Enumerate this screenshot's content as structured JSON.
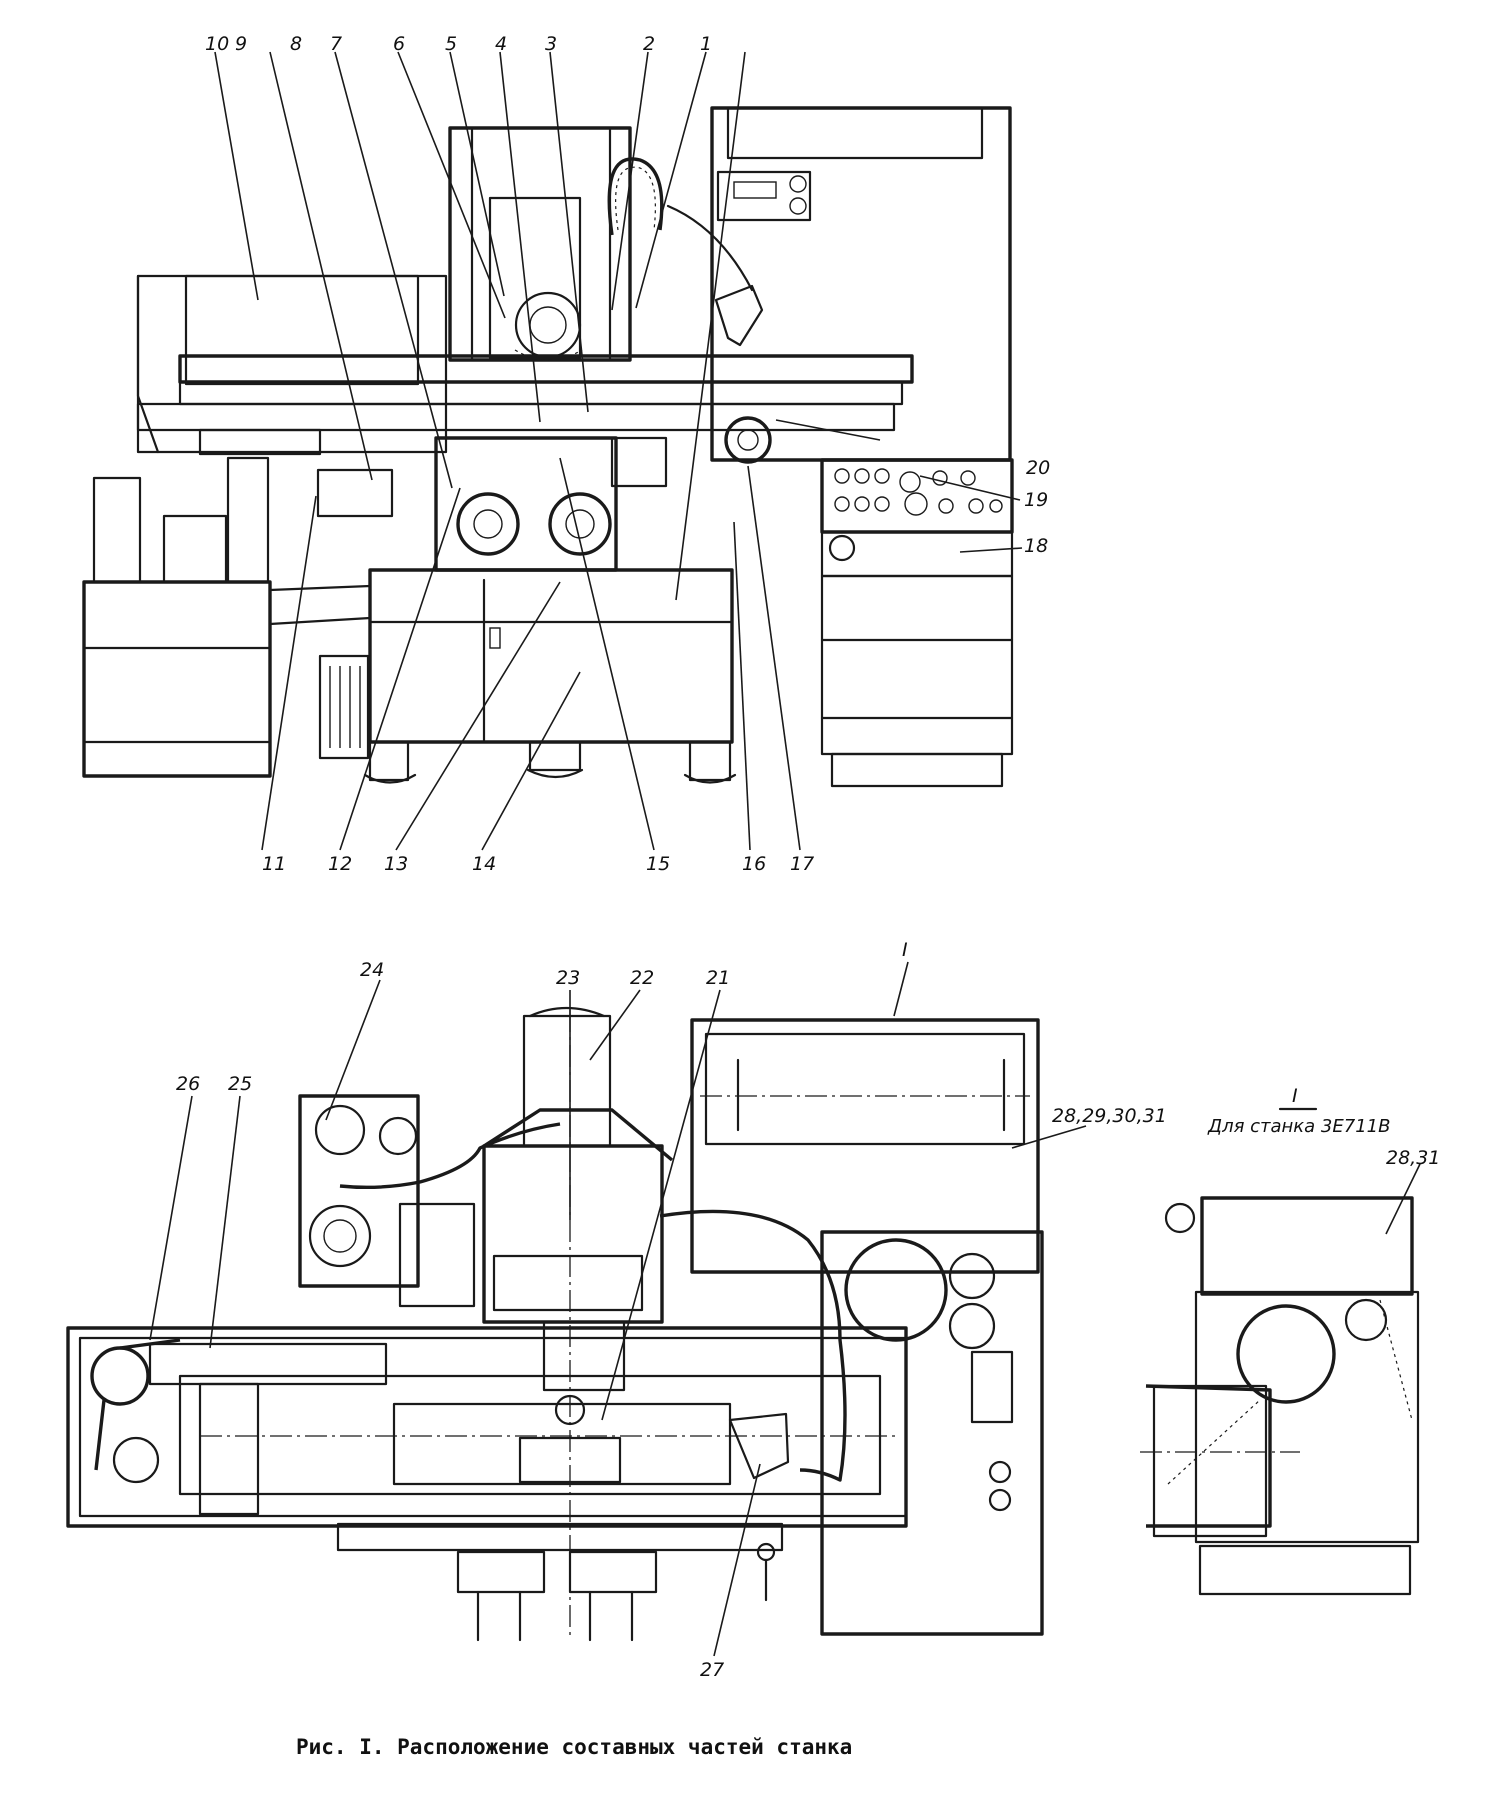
{
  "figure": {
    "caption": "Рис. I. Расположение составных частей станка",
    "top_view_labels": [
      "1",
      "2",
      "3",
      "4",
      "5",
      "6",
      "7",
      "8",
      "9",
      "10",
      "11",
      "12",
      "13",
      "14",
      "15",
      "16",
      "17",
      "18",
      "19",
      "20"
    ],
    "plan_view_labels": [
      "21",
      "22",
      "23",
      "24",
      "25",
      "26",
      "27",
      "28,29,30,31"
    ],
    "detail_marker": "I",
    "inset": {
      "marker": "I",
      "title": "Для станка 3Е711В",
      "label": "28,31"
    }
  }
}
